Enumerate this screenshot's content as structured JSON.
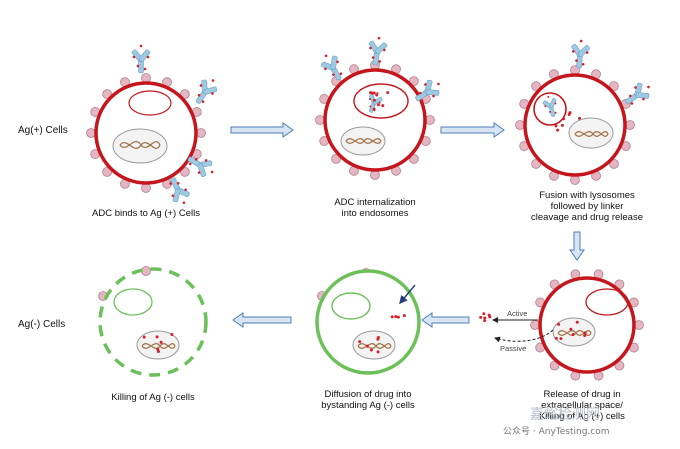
{
  "rows": {
    "top": "Ag(+) Cells",
    "bottom": "Ag(-) Cells"
  },
  "steps": {
    "s1": "ADC binds to Ag (+) Cells",
    "s2": [
      "ADC internalization",
      "into endosomes"
    ],
    "s3": [
      "Fusion with lysosomes",
      "followed by linker",
      "cleavage and drug release"
    ],
    "s4": [
      "Release of drug in",
      "extracellular space/",
      "Killing of Ag (+) cells"
    ],
    "s5": [
      "Diffusion of drug into",
      "bystanding Ag (-) cells"
    ],
    "s6": "Killing of Ag (-) cells"
  },
  "transport": {
    "active": "Active",
    "passive": "Passive"
  },
  "watermark": {
    "line1": "嘉峪检测网",
    "line2": "公众号 · AnyTesting.com"
  },
  "colors": {
    "agpos_membrane": "#c4161c",
    "agneg_membrane": "#6cc05a",
    "receptor": "#e3b6c2",
    "antibody": "#9ec9e2",
    "arrow_fill": "#d8e6f3",
    "arrow_stroke": "#4e7fb8"
  }
}
